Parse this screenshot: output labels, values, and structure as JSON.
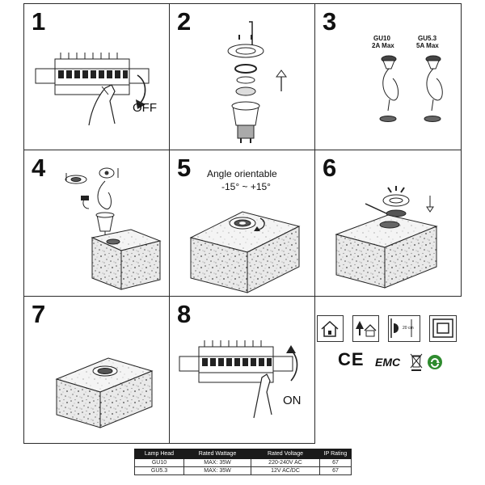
{
  "steps": [
    {
      "number": "1",
      "label": "OFF"
    },
    {
      "number": "2"
    },
    {
      "number": "3",
      "gu10_title": "GU10",
      "gu10_max": "2A Max",
      "gu53_title": "GU5.3",
      "gu53_max": "5A Max"
    },
    {
      "number": "4"
    },
    {
      "number": "5",
      "caption": "Angle orientable",
      "range": "-15° ~ +15°"
    },
    {
      "number": "6"
    },
    {
      "number": "7"
    },
    {
      "number": "8",
      "label": "ON"
    }
  ],
  "certifications": {
    "ce": "CE",
    "emc": "EMC",
    "depth_label": "20 cm",
    "icons": [
      "indoor-house-icon",
      "outdoor-tree-house-icon",
      "recess-depth-icon",
      "double-insulation-icon",
      "weee-bin-icon",
      "recycle-icon"
    ]
  },
  "spec_table": {
    "headers": [
      "Lamp Head",
      "Rated Wattage",
      "Rated Voltage",
      "IP Rating"
    ],
    "rows": [
      [
        "GU10",
        "MAX: 35W",
        "220-240V AC",
        "67"
      ],
      [
        "GU5.3",
        "MAX: 35W",
        "12V AC/DC",
        "67"
      ]
    ]
  }
}
